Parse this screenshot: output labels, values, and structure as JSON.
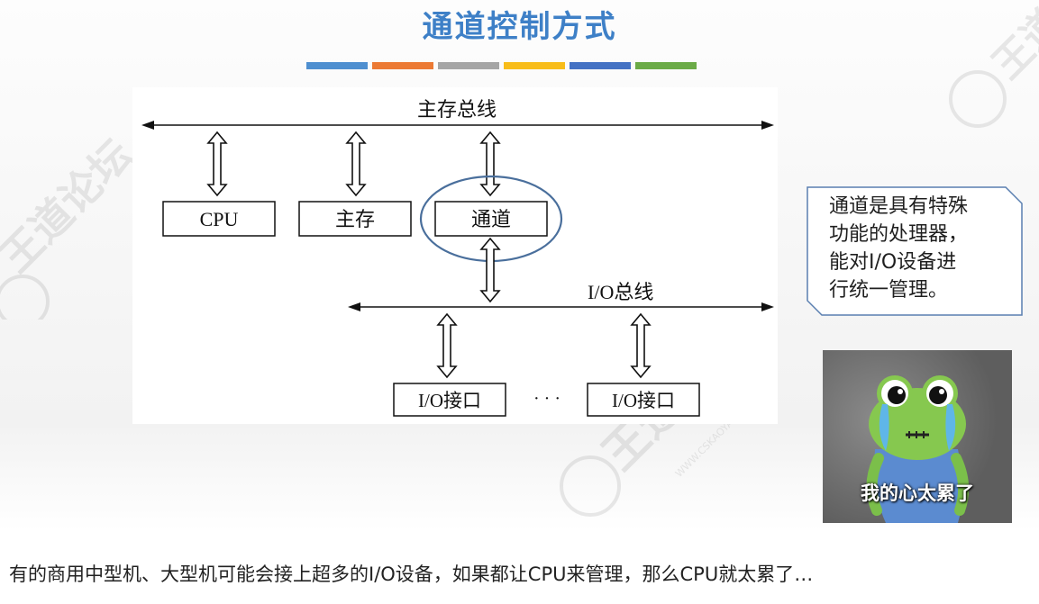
{
  "title": "通道控制方式",
  "color_bars": [
    "#4e8fd0",
    "#ec7a34",
    "#a6a6a6",
    "#f8bd1a",
    "#4472c4",
    "#6bab47"
  ],
  "diagram": {
    "main_bus": "主存总线",
    "cpu": "CPU",
    "memory": "主存",
    "channel": "通道",
    "io_bus": "I/O总线",
    "io_interface_1": "I/O接口",
    "ellipsis": "· · ·",
    "io_interface_2": "I/O接口"
  },
  "callout": {
    "lines": [
      "通道是具有特殊",
      "功能的处理器，",
      "能对I/O设备进",
      "行统一管理。"
    ]
  },
  "meme": {
    "caption": "我的心太累了"
  },
  "bottom_text": "有的商用中型机、大型机可能会接上超多的I/O设备，如果都让CPU来管理，那么CPU就太累了…",
  "watermark": {
    "text": "王道论坛",
    "url": "WWW.CSKAOYAN.COM"
  },
  "colors": {
    "title": "#3e80c7",
    "ellipse": "#4a6f9c",
    "callout_border": "#5a7fb0"
  }
}
